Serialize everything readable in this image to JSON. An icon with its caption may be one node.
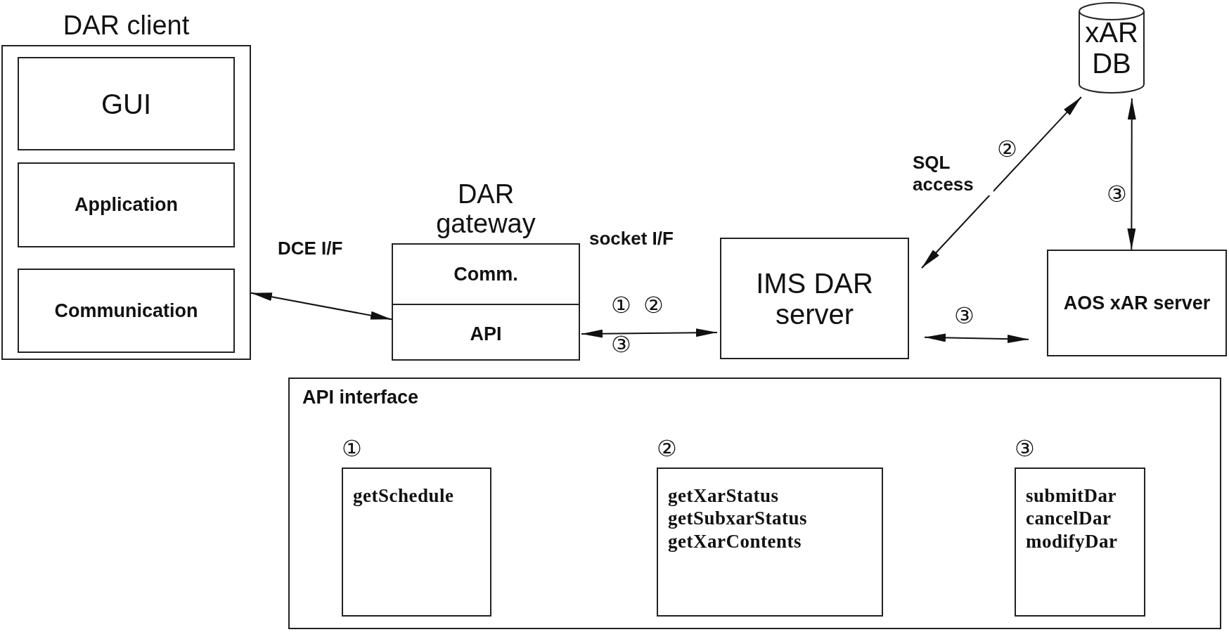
{
  "diagram": {
    "nodes": [
      {
        "text": [
          "DAR client"
        ]
      },
      {
        "text": [
          "GUI"
        ],
        "in": 0
      },
      {
        "text": [
          "Application"
        ],
        "in": 0
      },
      {
        "text": [
          "Communication"
        ],
        "in": 0
      },
      {
        "text": [
          "DAR gateway"
        ]
      },
      {
        "text": [
          "Comm."
        ],
        "in": 4
      },
      {
        "text": [
          "API"
        ],
        "in": 4
      },
      {
        "text": [
          "IMS DAR server"
        ]
      },
      {
        "text": [
          "xAR DB"
        ]
      },
      {
        "text": [
          "AOS xAR server"
        ]
      },
      {
        "text": [
          "API interface"
        ]
      },
      {
        "text": [
          "getSchedule"
        ],
        "in": 10,
        "beside": [
          "①"
        ]
      },
      {
        "text": [
          "getXarStatus",
          "getSubxarStatus",
          "getXarContents"
        ],
        "in": 10,
        "beside": [
          "②"
        ]
      },
      {
        "text": [
          "submitDar",
          "cancelDar",
          "modifyDar"
        ],
        "in": 10,
        "beside": [
          "③"
        ]
      }
    ],
    "edges": [
      {
        "from": 0,
        "to": 4,
        "arrow": "both",
        "label": "DCE I/F"
      },
      {
        "from": 4,
        "to": 7,
        "arrow": "both",
        "label": "socket I/F"
      },
      {
        "from": 7,
        "to": 8,
        "arrow": "both",
        "label": "SQL access"
      },
      {
        "from": 8,
        "to": 9,
        "arrow": "both"
      },
      {
        "from": 7,
        "to": 9,
        "arrow": "both"
      }
    ],
    "labels": [
      "②",
      "③",
      "①",
      "②",
      "③",
      "③"
    ]
  }
}
